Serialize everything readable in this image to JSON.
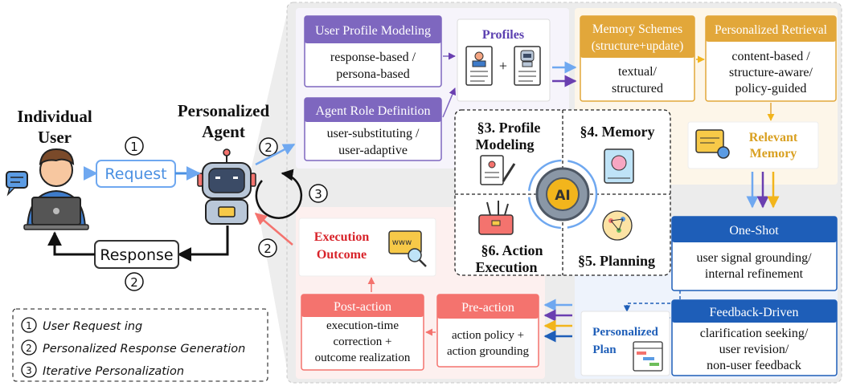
{
  "left": {
    "user_label_1": "Individual",
    "user_label_2": "User",
    "agent_label_1": "Personalized",
    "agent_label_2": "Agent",
    "step1": "1",
    "step2a": "2",
    "step2b": "2",
    "step2c": "2",
    "step3": "3",
    "request": "Request",
    "response": "Response"
  },
  "legend": {
    "items": [
      {
        "num": "1",
        "text": "User Request ing"
      },
      {
        "num": "2",
        "text": "Personalized Response Generation"
      },
      {
        "num": "3",
        "text": "Iterative Personalization"
      }
    ]
  },
  "profile": {
    "user_title": "User Profile Modeling",
    "user_line1": "response-based /",
    "user_line2": "persona-based",
    "profiles_label": "Profiles",
    "plus": "+",
    "agent_title": "Agent Role Definition",
    "agent_line1": "user-substituting /",
    "agent_line2": "user-adaptive"
  },
  "memory": {
    "schemes_title1": "Memory Schemes",
    "schemes_title2": "(structure+update)",
    "schemes_line1": "textual/",
    "schemes_line2": "structured",
    "retrieval_title": "Personalized Retrieval",
    "retrieval_line1": "content-based /",
    "retrieval_line2": "structure-aware/",
    "retrieval_line3": "policy-guided",
    "relevant1": "Relevant",
    "relevant2": "Memory"
  },
  "center": {
    "s3_line1": "§3. Profile",
    "s3_line2": "Modeling",
    "s4": "§4. Memory",
    "s6_line1": "§6. Action",
    "s6_line2": "Execution",
    "s5": "§5. Planning",
    "ai": "AI"
  },
  "planning": {
    "oneshot_title": "One-Shot",
    "oneshot_line1": "user signal grounding/",
    "oneshot_line2": "internal refinement",
    "feedback_title": "Feedback-Driven",
    "feedback_line1": "clarification seeking/",
    "feedback_line2": "user revision/",
    "feedback_line3": "non-user feedback",
    "plan1": "Personalized",
    "plan2": "Plan"
  },
  "action": {
    "outcome1": "Execution",
    "outcome2": "Outcome",
    "www": "www",
    "post_title": "Post-action",
    "post_line1": "execution-time",
    "post_line2": "correction +",
    "post_line3": "outcome realization",
    "pre_title": "Pre-action",
    "pre_line1": "action policy +",
    "pre_line2": "action grounding"
  },
  "colors": {
    "profile_purple": "#7E67BF",
    "memory_gold": "#E2A73A",
    "planning_blue": "#1E5EB8",
    "action_red": "#F4736E",
    "request_blue": "#4A90E2",
    "arrow_blue": "#6FA8F0",
    "arrow_purple": "#6A3FB0",
    "arrow_gold": "#F2B51C"
  },
  "icons": [
    "user-laptop-icon",
    "chat-icon",
    "robot-icon",
    "resume-icon",
    "robot-card-icon",
    "gear-ai-icon",
    "brain-book-icon",
    "network-brain-icon",
    "toolbox-icon",
    "profile-sheet-icon",
    "relevant-memory-icon",
    "browser-search-icon",
    "gantt-icon"
  ]
}
